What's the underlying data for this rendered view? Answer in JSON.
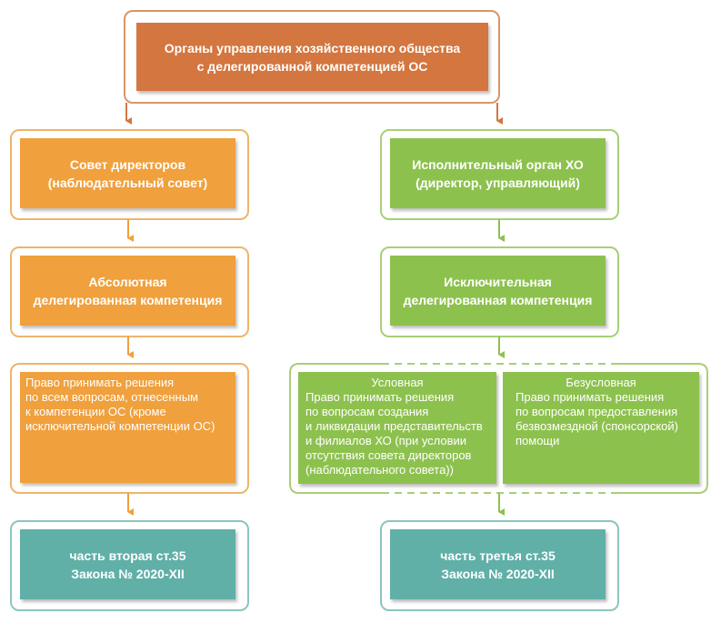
{
  "colors": {
    "top": "#d4763f",
    "orange": "#f0a03c",
    "green": "#8dc14e",
    "teal": "#60b0a8",
    "orange_line": "#eeb56d",
    "green_line": "#a8cf78",
    "teal_line": "#8bc5bf",
    "top_line": "#d89667"
  },
  "top": {
    "line1": "Органы управления хозяйственного общества",
    "line2": "с делегированной компетенцией ОС"
  },
  "left": {
    "board": {
      "line1": "Совет директоров",
      "line2": "(наблюдательный совет)"
    },
    "absolute": {
      "line1": "Абсолютная",
      "line2": "делегированная компетенция"
    },
    "rights": {
      "lines": [
        "Право принимать решения",
        "по всем вопросам, отнесенным",
        "к компетенции ОС (кроме",
        "исключительной компетенции ОС)"
      ]
    },
    "law": {
      "line1": "часть вторая ст.35",
      "line2": "Закона № 2020-XII"
    }
  },
  "right": {
    "exec": {
      "line1": "Исполнительный орган ХО",
      "line2": "(директор, управляющий)"
    },
    "exclusive": {
      "line1": "Исключительная",
      "line2": "делегированная компетенция"
    },
    "conditional": {
      "title": "Условная",
      "lines": [
        "Право принимать решения",
        "по вопросам создания",
        "и ликвидации представительств",
        "и филиалов ХО (при условии",
        "отсутствия совета директоров",
        "(наблюдательного совета))"
      ]
    },
    "unconditional": {
      "title": "Безусловная",
      "lines": [
        "Право принимать решения",
        "по вопросам предоставления",
        "безвозмездной (спонсорской)",
        "помощи"
      ]
    },
    "law": {
      "line1": "часть третья ст.35",
      "line2": "Закона № 2020-XII"
    }
  }
}
